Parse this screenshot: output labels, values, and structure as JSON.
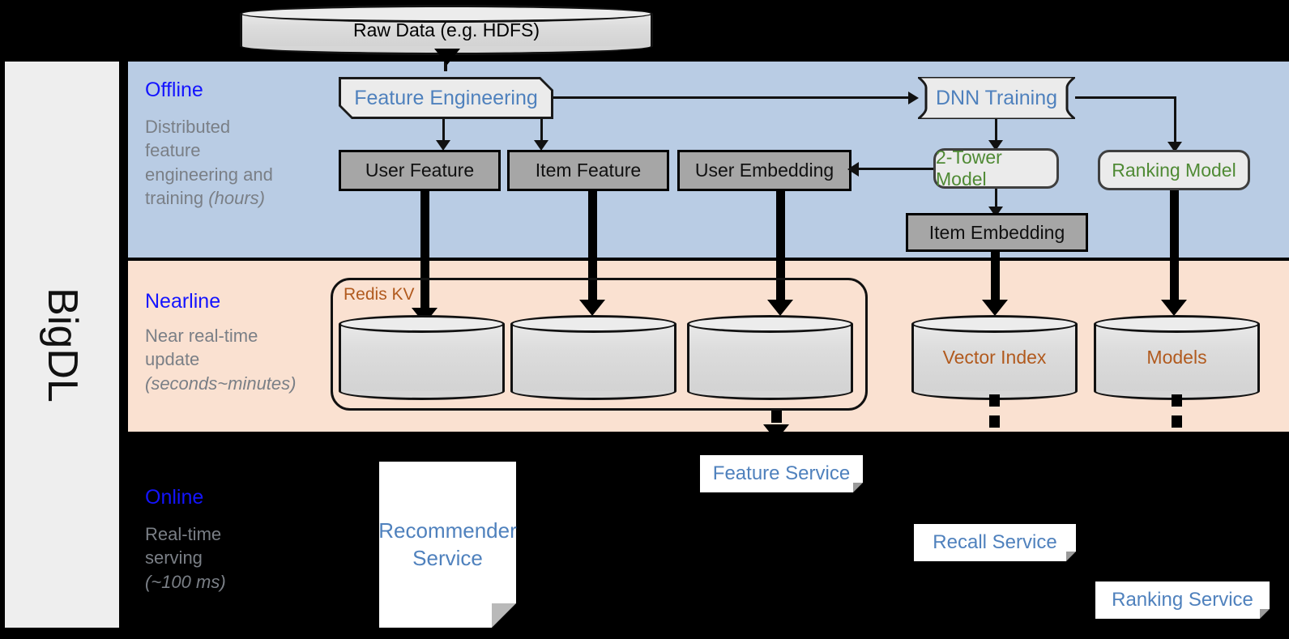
{
  "framework": {
    "name": "BigDL"
  },
  "sources": {
    "raw_data": {
      "label": "Raw Data (e.g. HDFS)",
      "shape": "cylinder"
    }
  },
  "layers": [
    {
      "id": "offline",
      "title": "Offline",
      "description_line1": "Distributed",
      "description_line2": "feature",
      "description_line3": "engineering and",
      "description_line4": "training ",
      "description_italic": "(hours)",
      "background": "#b9cce4",
      "title_color": "#1414ff"
    },
    {
      "id": "nearline",
      "title": "Nearline",
      "description_line1": "Near real-time",
      "description_line2": "update",
      "description_italic": "(seconds~minutes)",
      "background": "#fae1d1",
      "title_color": "#1414ff"
    },
    {
      "id": "online",
      "title": "Online",
      "description_line1": "Real-time",
      "description_line2": "serving",
      "description_italic": "(~100 ms)",
      "background": "#000000",
      "title_color": "#1414ff"
    }
  ],
  "offline_nodes": {
    "feature_engineering": {
      "label": "Feature Engineering",
      "text_color": "#4f81bd",
      "shape": "flag"
    },
    "dnn_training": {
      "label": "DNN Training",
      "text_color": "#4f81bd",
      "shape": "card"
    },
    "user_feature": {
      "label": "User Feature",
      "text_color": "#111111",
      "shape": "gray-box"
    },
    "item_feature": {
      "label": "Item Feature",
      "text_color": "#111111",
      "shape": "gray-box"
    },
    "user_embedding": {
      "label": "User Embedding",
      "text_color": "#111111",
      "shape": "gray-box"
    },
    "item_embedding": {
      "label": "Item Embedding",
      "text_color": "#111111",
      "shape": "gray-box"
    },
    "two_tower_model": {
      "label": "2-Tower Model",
      "text_color": "#4f8a34",
      "shape": "rounded"
    },
    "ranking_model": {
      "label": "Ranking Model",
      "text_color": "#4f8a34",
      "shape": "rounded"
    }
  },
  "nearline_nodes": {
    "redis_kv": {
      "label": "Redis KV",
      "text_color": "#b15a1e"
    },
    "store_user_feature": {
      "label": "",
      "shape": "cylinder"
    },
    "store_item_feature": {
      "label": "",
      "shape": "cylinder"
    },
    "store_user_embedding": {
      "label": "",
      "shape": "cylinder"
    },
    "vector_index": {
      "label": "Vector Index",
      "text_color": "#b15a1e",
      "shape": "cylinder"
    },
    "models": {
      "label": "Models",
      "text_color": "#b15a1e",
      "shape": "cylinder"
    }
  },
  "online_nodes": {
    "recommender_service": {
      "label_line1": "Recommender",
      "label_line2": "Service",
      "text_color": "#4f81bd"
    },
    "feature_service": {
      "label": "Feature Service",
      "text_color": "#4f81bd"
    },
    "recall_service": {
      "label": "Recall Service",
      "text_color": "#4f81bd"
    },
    "ranking_service": {
      "label": "Ranking Service",
      "text_color": "#4f81bd"
    }
  },
  "colors": {
    "offline_bg": "#b9cce4",
    "nearline_bg": "#fae1d1",
    "online_bg": "#000000",
    "rail_bg": "#eeeeee",
    "gray_node": "#a6a6a6",
    "light_node": "#ebebeb",
    "accent_blue": "#4f81bd",
    "accent_green": "#4f8a34",
    "accent_orange": "#b15a1e",
    "label_blue": "#1414ff",
    "desc_gray": "#7a7f86"
  }
}
